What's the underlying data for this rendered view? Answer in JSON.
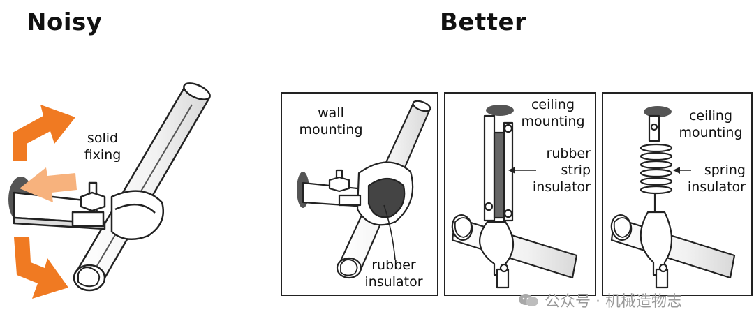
{
  "headings": {
    "left": "Noisy",
    "right": "Better"
  },
  "noisy": {
    "label_line1": "solid",
    "label_line2": "fixing"
  },
  "panel1": {
    "label_line1": "wall",
    "label_line2": "mounting",
    "insulator_line1": "rubber",
    "insulator_line2": "insulator"
  },
  "panel2": {
    "label_line1": "ceiling",
    "label_line2": "mounting",
    "insulator_line1": "rubber",
    "insulator_line2": "strip",
    "insulator_line3": "insulator"
  },
  "panel3": {
    "label_line1": "ceiling",
    "label_line2": "mounting",
    "insulator_line1": "spring",
    "insulator_line2": "insulator"
  },
  "watermark": {
    "text": "公众号 · 机械造物志"
  },
  "colors": {
    "arrow": "#f07a22",
    "arrow_light": "#f7b27d",
    "stroke": "#222222",
    "rubber": "#555555"
  }
}
